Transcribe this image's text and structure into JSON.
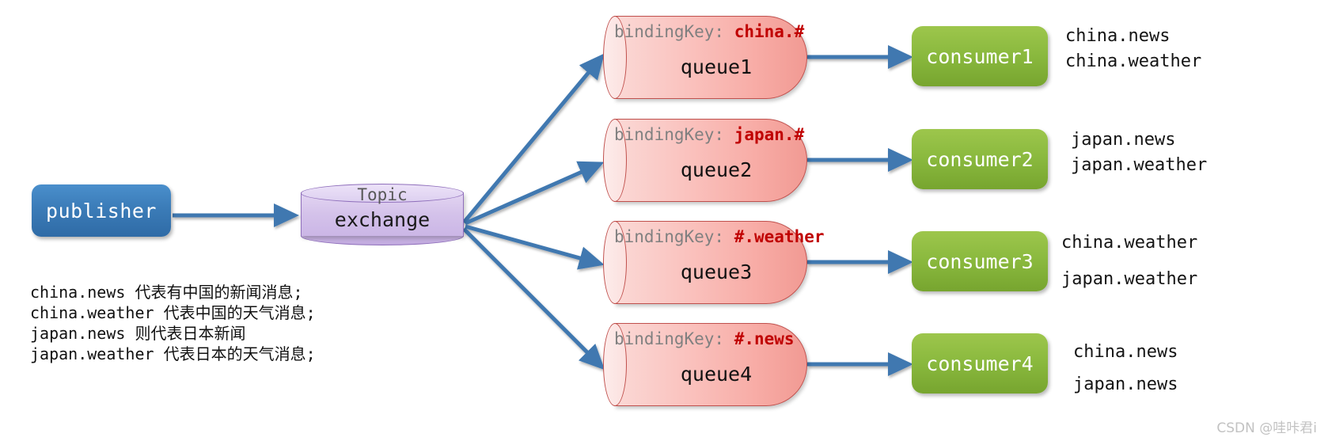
{
  "diagram": {
    "title": "RabbitMQ Topic Exchange routing",
    "publisher": {
      "label": "publisher"
    },
    "exchange": {
      "type_label": "Topic",
      "label": "exchange"
    },
    "queues": [
      {
        "binding_prefix": "bindingKey: ",
        "binding_key": "china.#",
        "name": "queue1"
      },
      {
        "binding_prefix": "bindingKey: ",
        "binding_key": "japan.#",
        "name": "queue2"
      },
      {
        "binding_prefix": "bindingKey: ",
        "binding_key": "#.weather",
        "name": "queue3"
      },
      {
        "binding_prefix": "bindingKey: ",
        "binding_key": "#.news",
        "name": "queue4"
      }
    ],
    "consumers": [
      {
        "label": "consumer1",
        "routing_keys": [
          "china.news",
          "china.weather"
        ]
      },
      {
        "label": "consumer2",
        "routing_keys": [
          "japan.news",
          "japan.weather"
        ]
      },
      {
        "label": "consumer3",
        "routing_keys": [
          "china.weather",
          "japan.weather"
        ]
      },
      {
        "label": "consumer4",
        "routing_keys": [
          "china.news",
          "japan.news"
        ]
      }
    ],
    "legend": [
      "china.news  代表有中国的新闻消息;",
      "china.weather  代表中国的天气消息;",
      "japan.news  则代表日本新闻",
      "japan.weather  代表日本的天气消息;"
    ],
    "watermark": "CSDN @哇咔君i",
    "colors": {
      "publisher_blue": "#3b7cb8",
      "exchange_purple": "#cbb6e6",
      "queue_pink": "#f8ada7",
      "queue_border_red": "#c0504d",
      "consumer_green": "#8ab93e",
      "arrow_blue": "#4178b0",
      "binding_key_red": "#c00000",
      "binding_label_gray": "#808080"
    }
  }
}
